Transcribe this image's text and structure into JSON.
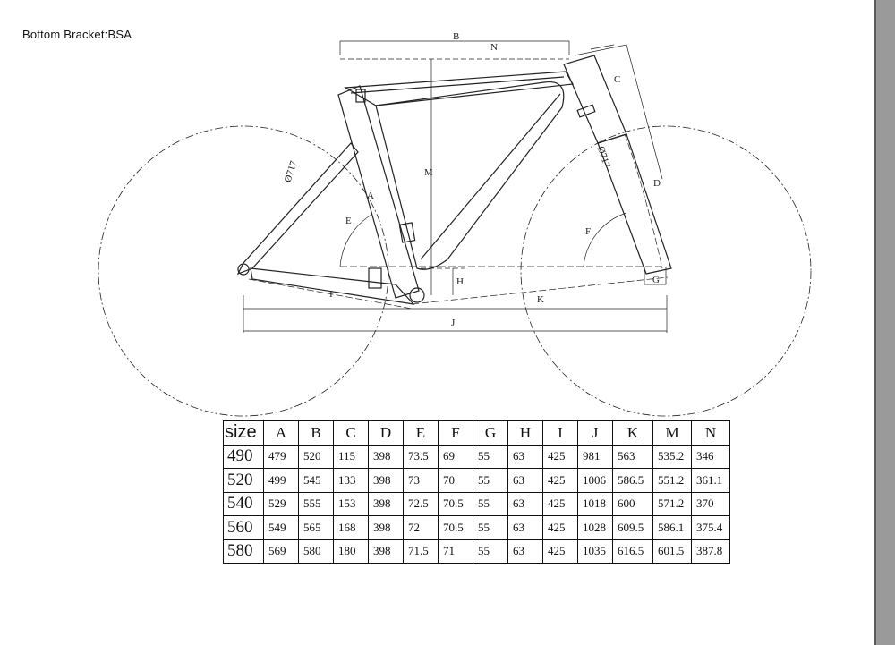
{
  "header": {
    "bottom_bracket": "Bottom Bracket:BSA"
  },
  "diagram": {
    "dimension_labels": [
      "A",
      "B",
      "C",
      "D",
      "E",
      "F",
      "G",
      "H",
      "I",
      "J",
      "K",
      "M",
      "N"
    ],
    "wheel_label": "Ø717"
  },
  "table": {
    "columns": [
      "size",
      "A",
      "B",
      "C",
      "D",
      "E",
      "F",
      "G",
      "H",
      "I",
      "J",
      "K",
      "M",
      "N"
    ],
    "rows": [
      [
        "490",
        "479",
        "520",
        "115",
        "398",
        "73.5",
        "69",
        "55",
        "63",
        "425",
        "981",
        "563",
        "535.2",
        "346"
      ],
      [
        "520",
        "499",
        "545",
        "133",
        "398",
        "73",
        "70",
        "55",
        "63",
        "425",
        "1006",
        "586.5",
        "551.2",
        "361.1"
      ],
      [
        "540",
        "529",
        "555",
        "153",
        "398",
        "72.5",
        "70.5",
        "55",
        "63",
        "425",
        "1018",
        "600",
        "571.2",
        "370"
      ],
      [
        "560",
        "549",
        "565",
        "168",
        "398",
        "72",
        "70.5",
        "55",
        "63",
        "425",
        "1028",
        "609.5",
        "586.1",
        "375.4"
      ],
      [
        "580",
        "569",
        "580",
        "180",
        "398",
        "71.5",
        "71",
        "55",
        "63",
        "425",
        "1035",
        "616.5",
        "601.5",
        "387.8"
      ]
    ]
  },
  "colors": {
    "line": "#222222",
    "right_bar": "#9a9a9a"
  }
}
